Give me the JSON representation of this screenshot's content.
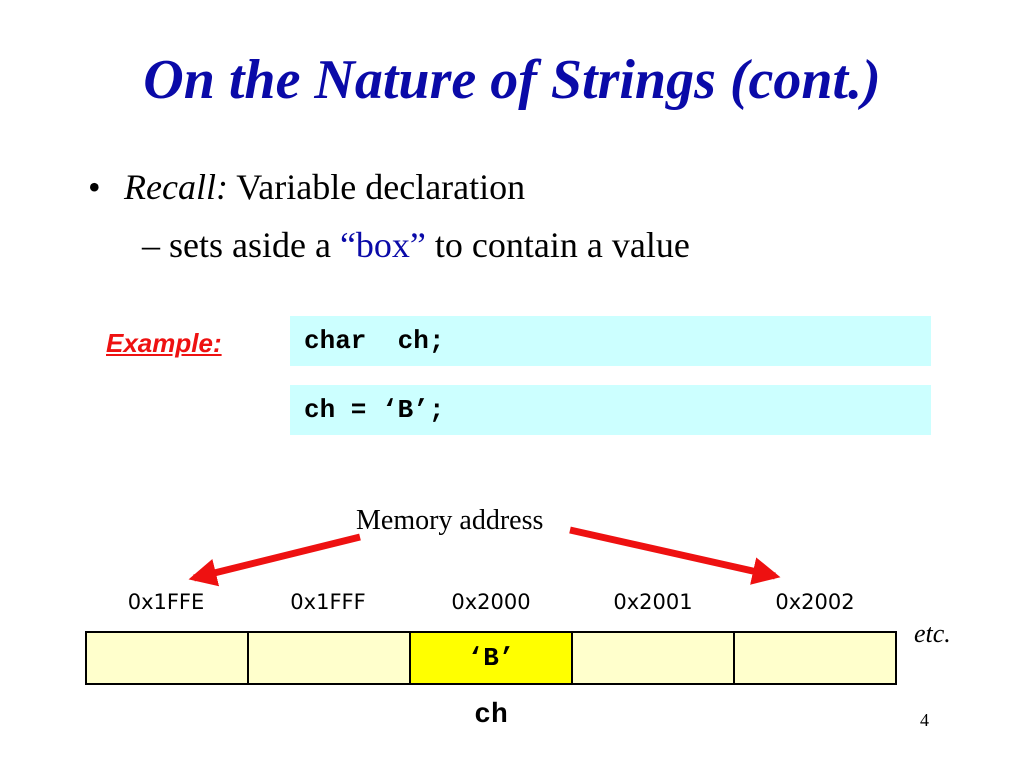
{
  "slide": {
    "title": "On the Nature of Strings (cont.)",
    "bullet": {
      "marker": "•",
      "lead": "Recall:",
      "text": " Variable declaration"
    },
    "sub_bullet": {
      "prefix": "– sets aside a ",
      "quoted": "“box”",
      "suffix": " to contain a value"
    },
    "example_label": "Example:",
    "code_lines": [
      "char  ch;",
      "ch = ‘B’;"
    ],
    "memory_label": "Memory address",
    "addresses": [
      "0x1FFE",
      "0x1FFF",
      "0x2000",
      "0x2001",
      "0x2002"
    ],
    "cells": [
      "",
      "",
      "‘B’",
      "",
      ""
    ],
    "highlighted_cell_index": 2,
    "etc_label": "etc.",
    "variable_name": "ch",
    "page_number": "4"
  },
  "colors": {
    "title": "#0a0aa8",
    "example": "#ee1111",
    "code_bg": "#ccffff",
    "cell_bg": "#ffffcc",
    "cell_highlight": "#ffff00",
    "arrow": "#ee1111"
  }
}
